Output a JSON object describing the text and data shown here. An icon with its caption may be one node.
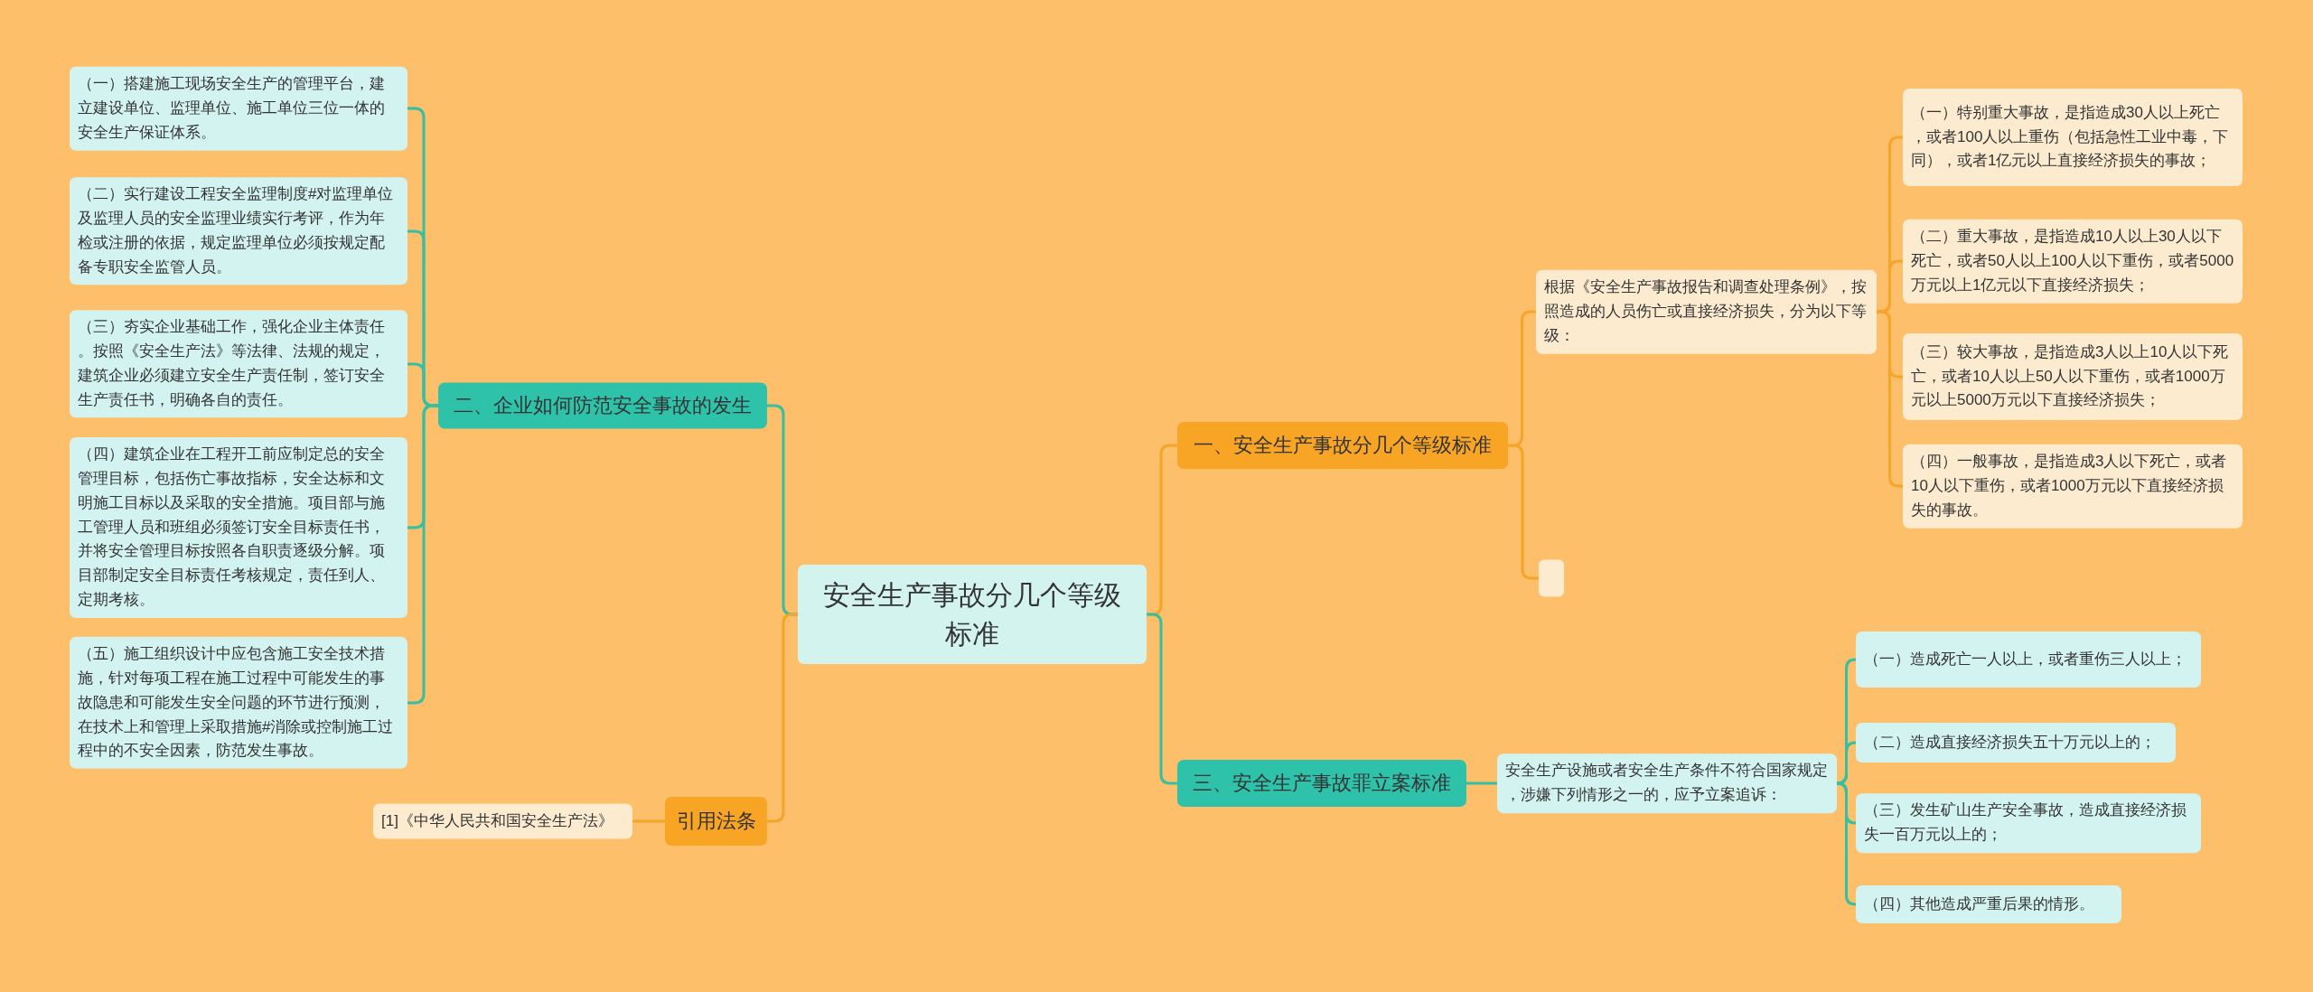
{
  "diagram": {
    "nodes": [
      {
        "text": [
          "安全生产事故分几个等级标准"
        ]
      },
      {
        "text": [
          "一、安全生产事故分几个等级标准"
        ]
      },
      {
        "text": [
          "根据《安全生产事故报告和调查处理条例》，按照造成的人员伤亡或直接经济损失，分为以下等级："
        ]
      },
      {
        "text": [
          "（一）特别重大事故，是指造成30人以上死亡，或者100人以上重伤（包括急性工业中毒，下同），或者1亿元以上直接经济损失的事故；"
        ]
      },
      {
        "text": [
          "（二）重大事故，是指造成10人以上30人以下死亡，或者50人以上100人以下重伤，或者5000万元以上1亿元以下直接经济损失；"
        ]
      },
      {
        "text": [
          "（三）较大事故，是指造成3人以上10人以下死亡，或者10人以上50人以下重伤，或者1000万元以上5000万元以下直接经济损失；"
        ]
      },
      {
        "text": [
          "（四）一般事故，是指造成3人以下死亡，或者10人以下重伤，或者1000万元以下直接经济损失的事故。"
        ]
      },
      {
        "text": [],
        "shape": "box"
      },
      {
        "text": [
          "三、安全生产事故罪立案标准"
        ]
      },
      {
        "text": [
          "安全生产设施或者安全生产条件不符合国家规定，涉嫌下列情形之一的，应予立案追诉："
        ]
      },
      {
        "text": [
          "（一）造成死亡一人以上，或者重伤三人以上；"
        ]
      },
      {
        "text": [
          "（二）造成直接经济损失五十万元以上的；"
        ]
      },
      {
        "text": [
          "（三）发生矿山生产安全事故，造成直接经济损失一百万元以上的；"
        ]
      },
      {
        "text": [
          "（四）其他造成严重后果的情形。"
        ]
      },
      {
        "text": [
          "二、企业如何防范安全事故的发生"
        ]
      },
      {
        "text": [
          "（一）搭建施工现场安全生产的管理平台，建立建设单位、监理单位、施工单位三位一体的安全生产保证体系。"
        ]
      },
      {
        "text": [
          "（二）实行建设工程安全监理制度#对监理单位及监理人员的安全监理业绩实行考评，作为年检或注册的依据，规定监理单位必须按规定配备专职安全监管人员。"
        ]
      },
      {
        "text": [
          "（三）夯实企业基础工作，强化企业主体责任。按照《安全生产法》等法律、法规的规定，建筑企业必须建立安全生产责任制，签订安全生产责任书，明确各自的责任。"
        ]
      },
      {
        "text": [
          "（四）建筑企业在工程开工前应制定总的安全管理目标，包括伤亡事故指标，安全达标和文明施工目标以及采取的安全措施。项目部与施工管理人员和班组必须签订安全目标责任书，并将安全管理目标按照各自职责逐级分解。项目部制定安全目标责任考核规定，责任到人、定期考核。"
        ]
      },
      {
        "text": [
          "（五）施工组织设计中应包含施工安全技术措施，针对每项工程在施工过程中可能发生的事故隐患和可能发生安全问题的环节进行预测，在技术上和管理上采取措施#消除或控制施工过程中的不安全因素，防范发生事故。"
        ]
      },
      {
        "text": [
          "引用法条"
        ]
      },
      {
        "text": [
          "[1]《中华人民共和国安全生产法》"
        ]
      }
    ],
    "edges": [
      {
        "from": 0,
        "to": 1,
        "arrow": "none",
        "color": "#f6a52a"
      },
      {
        "from": 1,
        "to": 2,
        "arrow": "none",
        "color": "#f6a52a"
      },
      {
        "from": 2,
        "to": 3,
        "arrow": "none",
        "color": "#f6a52a"
      },
      {
        "from": 2,
        "to": 4,
        "arrow": "none",
        "color": "#f6a52a"
      },
      {
        "from": 2,
        "to": 5,
        "arrow": "none",
        "color": "#f6a52a"
      },
      {
        "from": 2,
        "to": 6,
        "arrow": "none",
        "color": "#f6a52a"
      },
      {
        "from": 1,
        "to": 7,
        "arrow": "none",
        "color": "#f6a52a"
      },
      {
        "from": 0,
        "to": 8,
        "arrow": "none"
      },
      {
        "from": 8,
        "to": 9,
        "arrow": "none"
      },
      {
        "from": 9,
        "to": 10,
        "arrow": "none"
      },
      {
        "from": 9,
        "to": 11,
        "arrow": "none"
      },
      {
        "from": 9,
        "to": 12,
        "arrow": "none"
      },
      {
        "from": 9,
        "to": 13,
        "arrow": "none"
      },
      {
        "from": 0,
        "to": 14,
        "arrow": "none"
      },
      {
        "from": 14,
        "to": 15,
        "arrow": "none"
      },
      {
        "from": 14,
        "to": 16,
        "arrow": "none"
      },
      {
        "from": 14,
        "to": 17,
        "arrow": "none"
      },
      {
        "from": 14,
        "to": 18,
        "arrow": "none"
      },
      {
        "from": 14,
        "to": 19,
        "arrow": "none"
      },
      {
        "from": 0,
        "to": 20,
        "arrow": "none",
        "color": "#f6a52a"
      },
      {
        "from": 20,
        "to": 21,
        "arrow": "none",
        "color": "#f6a52a"
      }
    ]
  }
}
